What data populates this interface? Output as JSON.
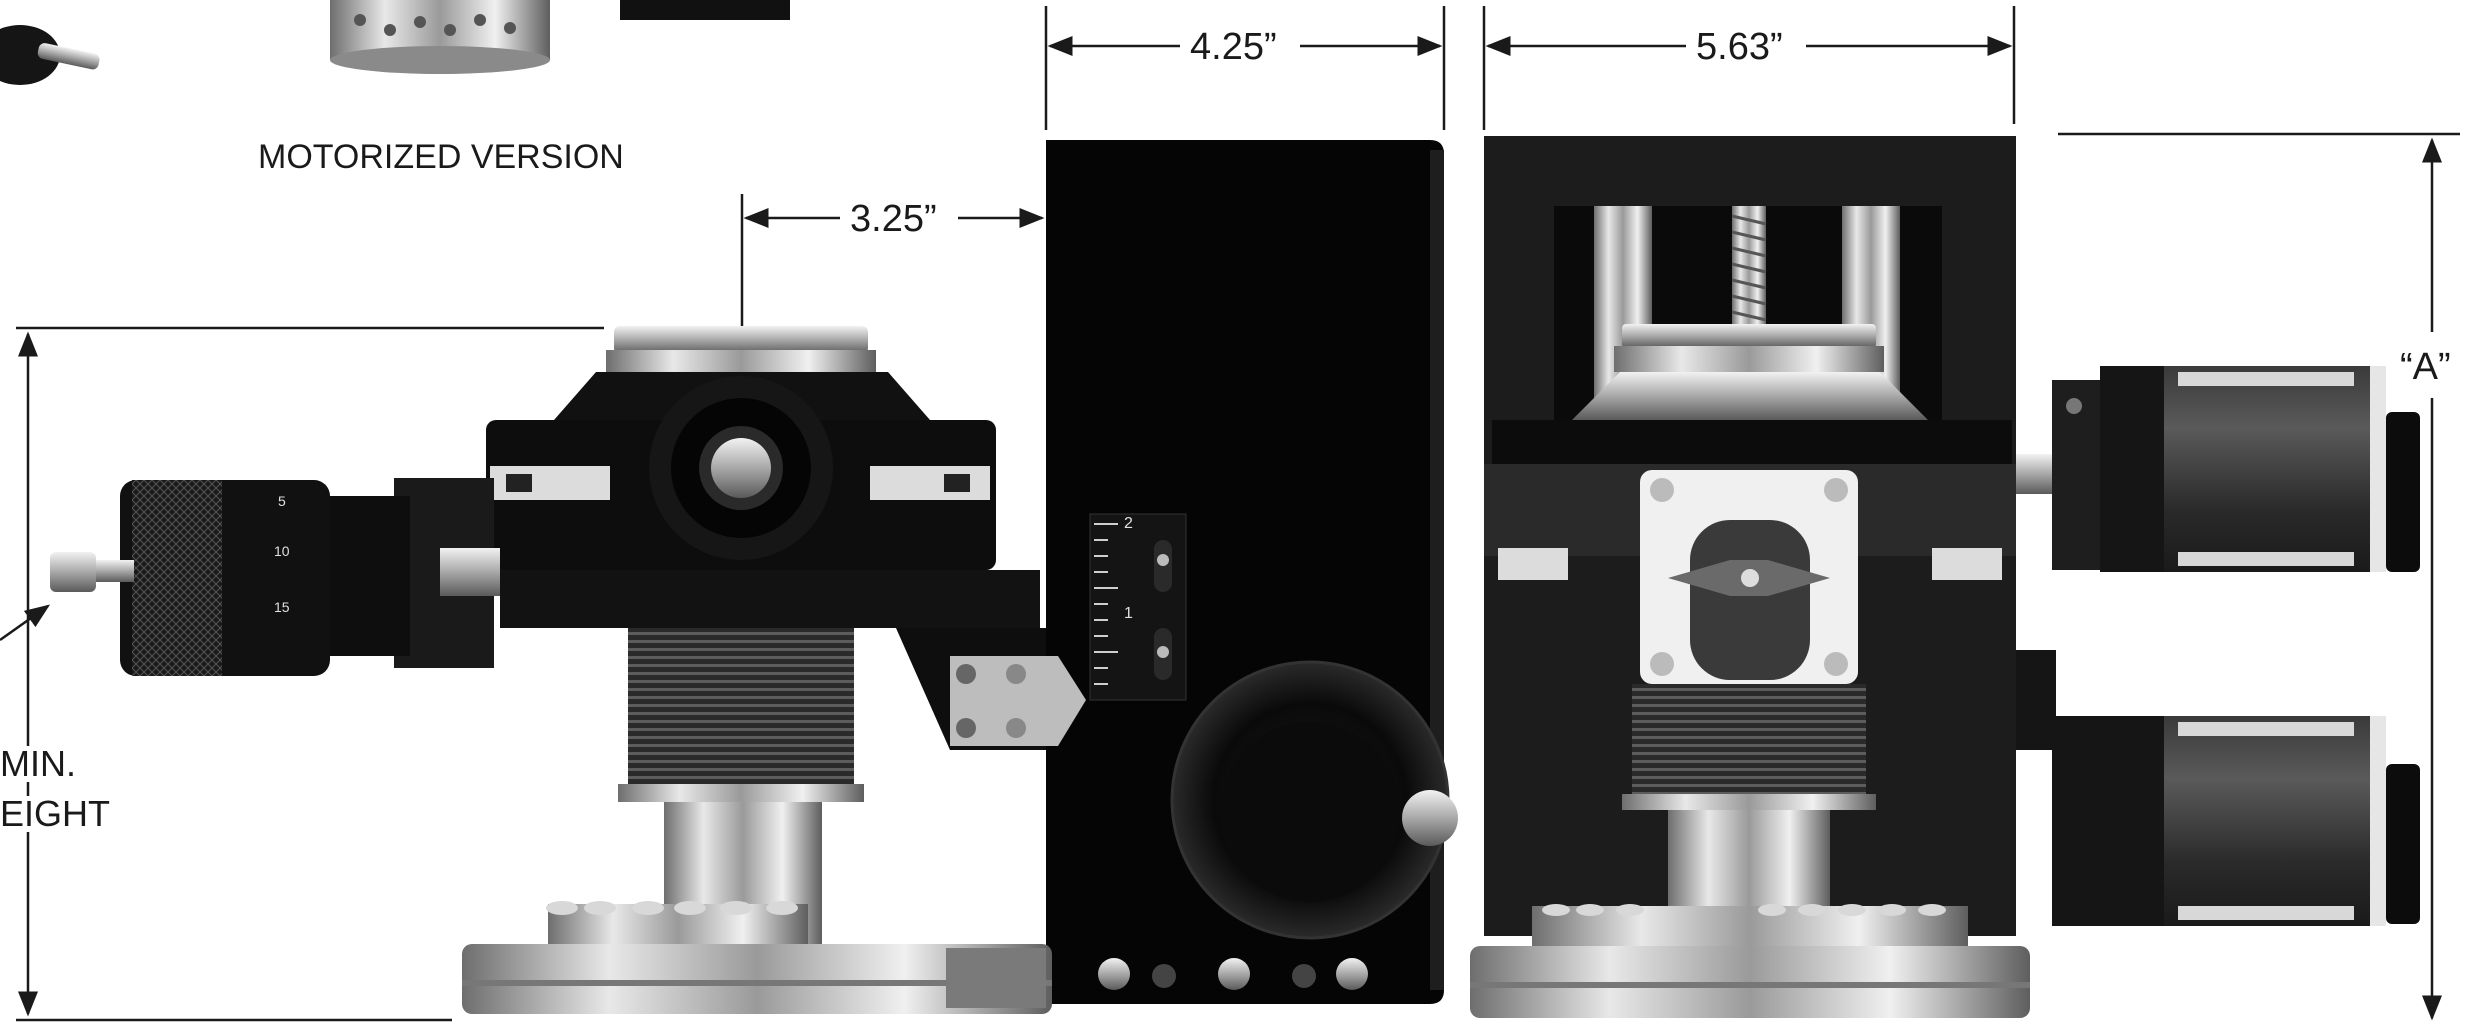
{
  "caption": {
    "motorized": "MOTORIZED VERSION"
  },
  "dimensions": {
    "depth_manual": "3.25”",
    "width_manual": "4.25”",
    "width_motorized": "5.63”",
    "height_a": "“A”"
  },
  "callout": {
    "line1": "MIN.",
    "line2": "EIGHT"
  },
  "micrometer_scale": [
    "5",
    "10",
    "15"
  ],
  "side_scale": [
    "2",
    "1"
  ]
}
